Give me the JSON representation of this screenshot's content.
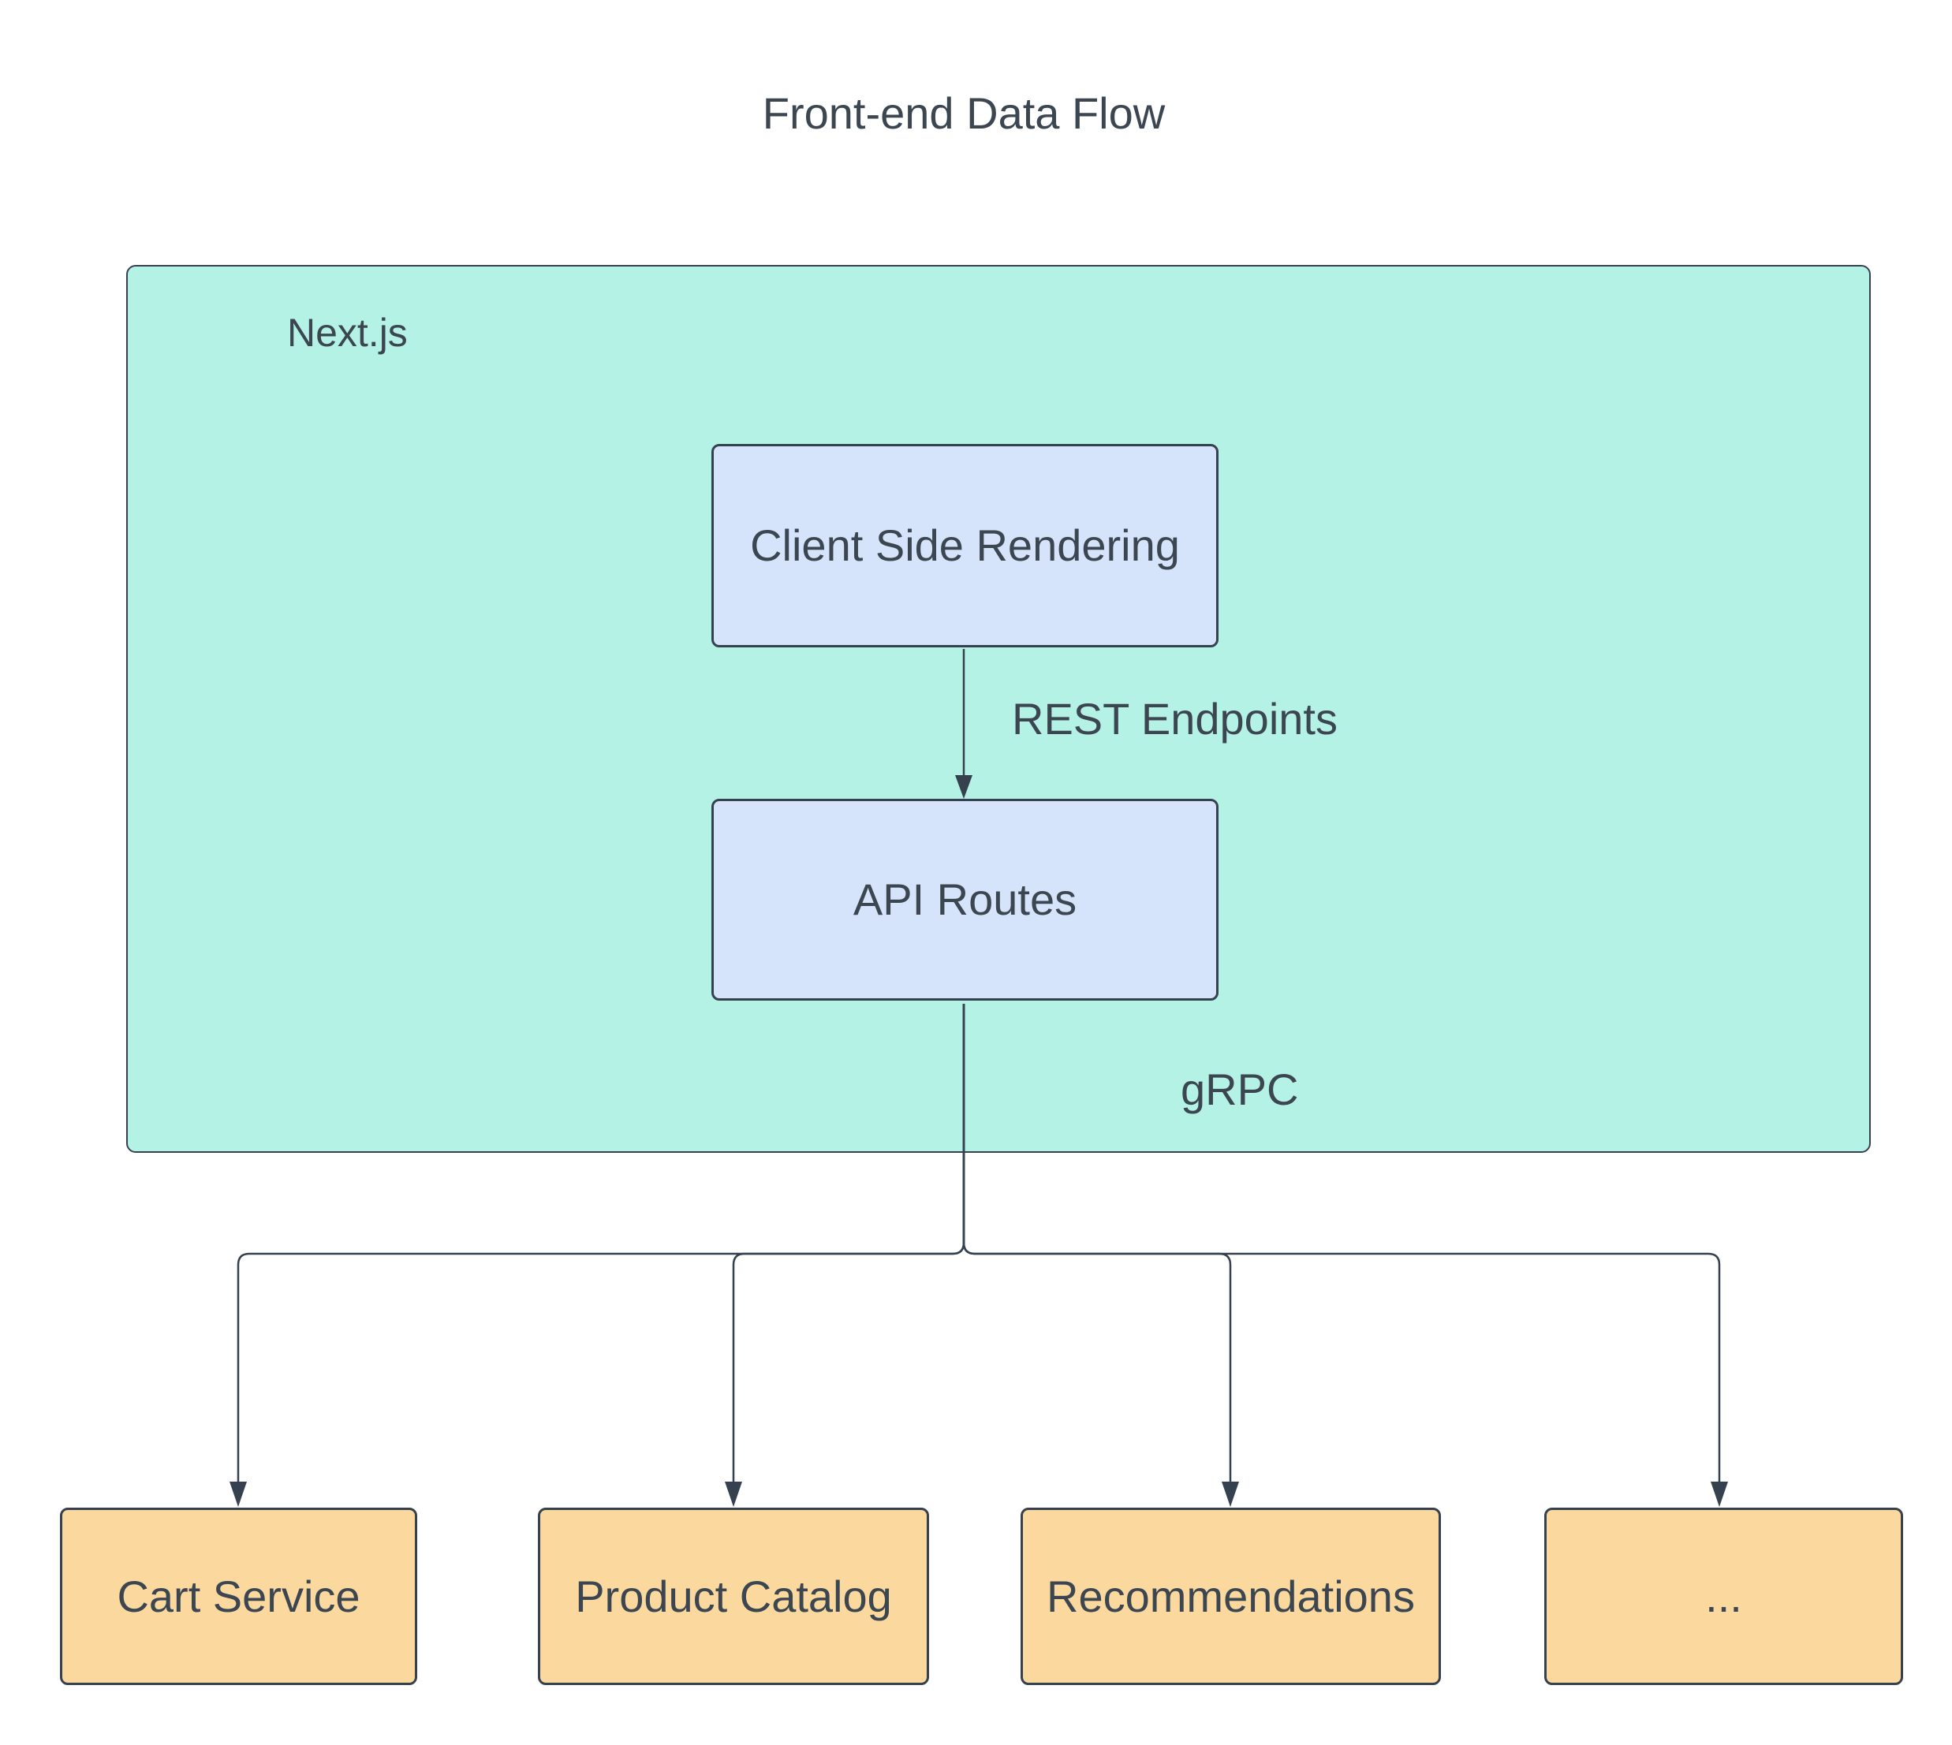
{
  "title": "Front-end Data Flow",
  "container": {
    "label": "Next.js"
  },
  "nodes": {
    "csr": {
      "label": "Client Side Rendering"
    },
    "api": {
      "label": "API Routes"
    },
    "cart": {
      "label": "Cart Service"
    },
    "catalog": {
      "label": "Product Catalog"
    },
    "recommendations": {
      "label": "Recommendations"
    },
    "more": {
      "label": "..."
    }
  },
  "edges": {
    "rest": {
      "label": "REST Endpoints",
      "from": "Client Side Rendering",
      "to": "API Routes"
    },
    "grpc": {
      "label": "gRPC",
      "from": "API Routes",
      "to": "Cart Service, Product Catalog, Recommendations, ..."
    }
  },
  "colors": {
    "container_fill": "#b5f2e6",
    "node_fill_blue": "#d6e4fb",
    "node_fill_orange": "#fbd89e",
    "stroke": "#364150",
    "text": "#3b4651",
    "background": "#ffffff"
  }
}
